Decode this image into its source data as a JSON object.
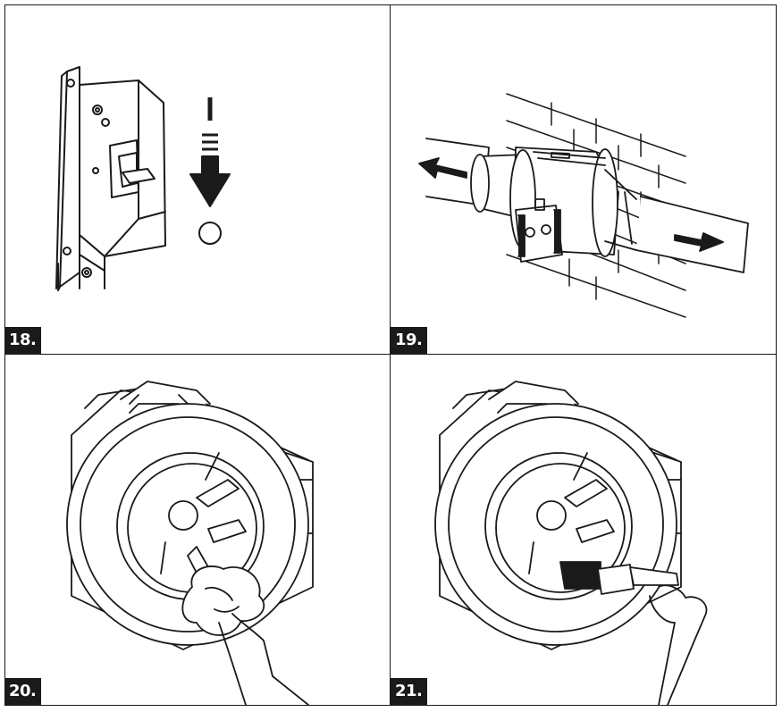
{
  "panels": [
    {
      "step_label": "18.",
      "illustration": "switch-off-breaker"
    },
    {
      "step_label": "19.",
      "illustration": "remove-fan-from-duct"
    },
    {
      "step_label": "20.",
      "illustration": "wipe-impeller-with-cloth"
    },
    {
      "step_label": "21.",
      "illustration": "brush-impeller-blades"
    }
  ],
  "colors": {
    "line": "#1a1a1a",
    "label_bg": "#1a1a1a",
    "label_text": "#ffffff"
  }
}
